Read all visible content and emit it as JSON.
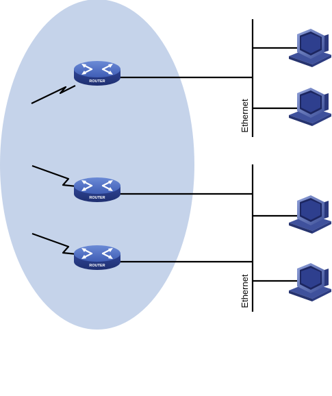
{
  "diagram": {
    "group_fill": "#c5d3ea",
    "line_color": "#000000",
    "router": {
      "label": "ROUTER",
      "top_color": "#4a6cc0",
      "side_color": "#2a3f8a",
      "arrow_color": "#ffffff"
    },
    "ethernet_label": "Ethernet",
    "segments": [
      {
        "label": "Ethernet",
        "hosts": 2
      },
      {
        "label": "Ethernet",
        "hosts": 2
      }
    ],
    "routers": [
      {
        "name": "router-1",
        "uplink": "serial"
      },
      {
        "name": "router-2",
        "uplink": "serial"
      },
      {
        "name": "router-3",
        "uplink": "serial"
      }
    ],
    "host_color": "#4c5fa8"
  }
}
